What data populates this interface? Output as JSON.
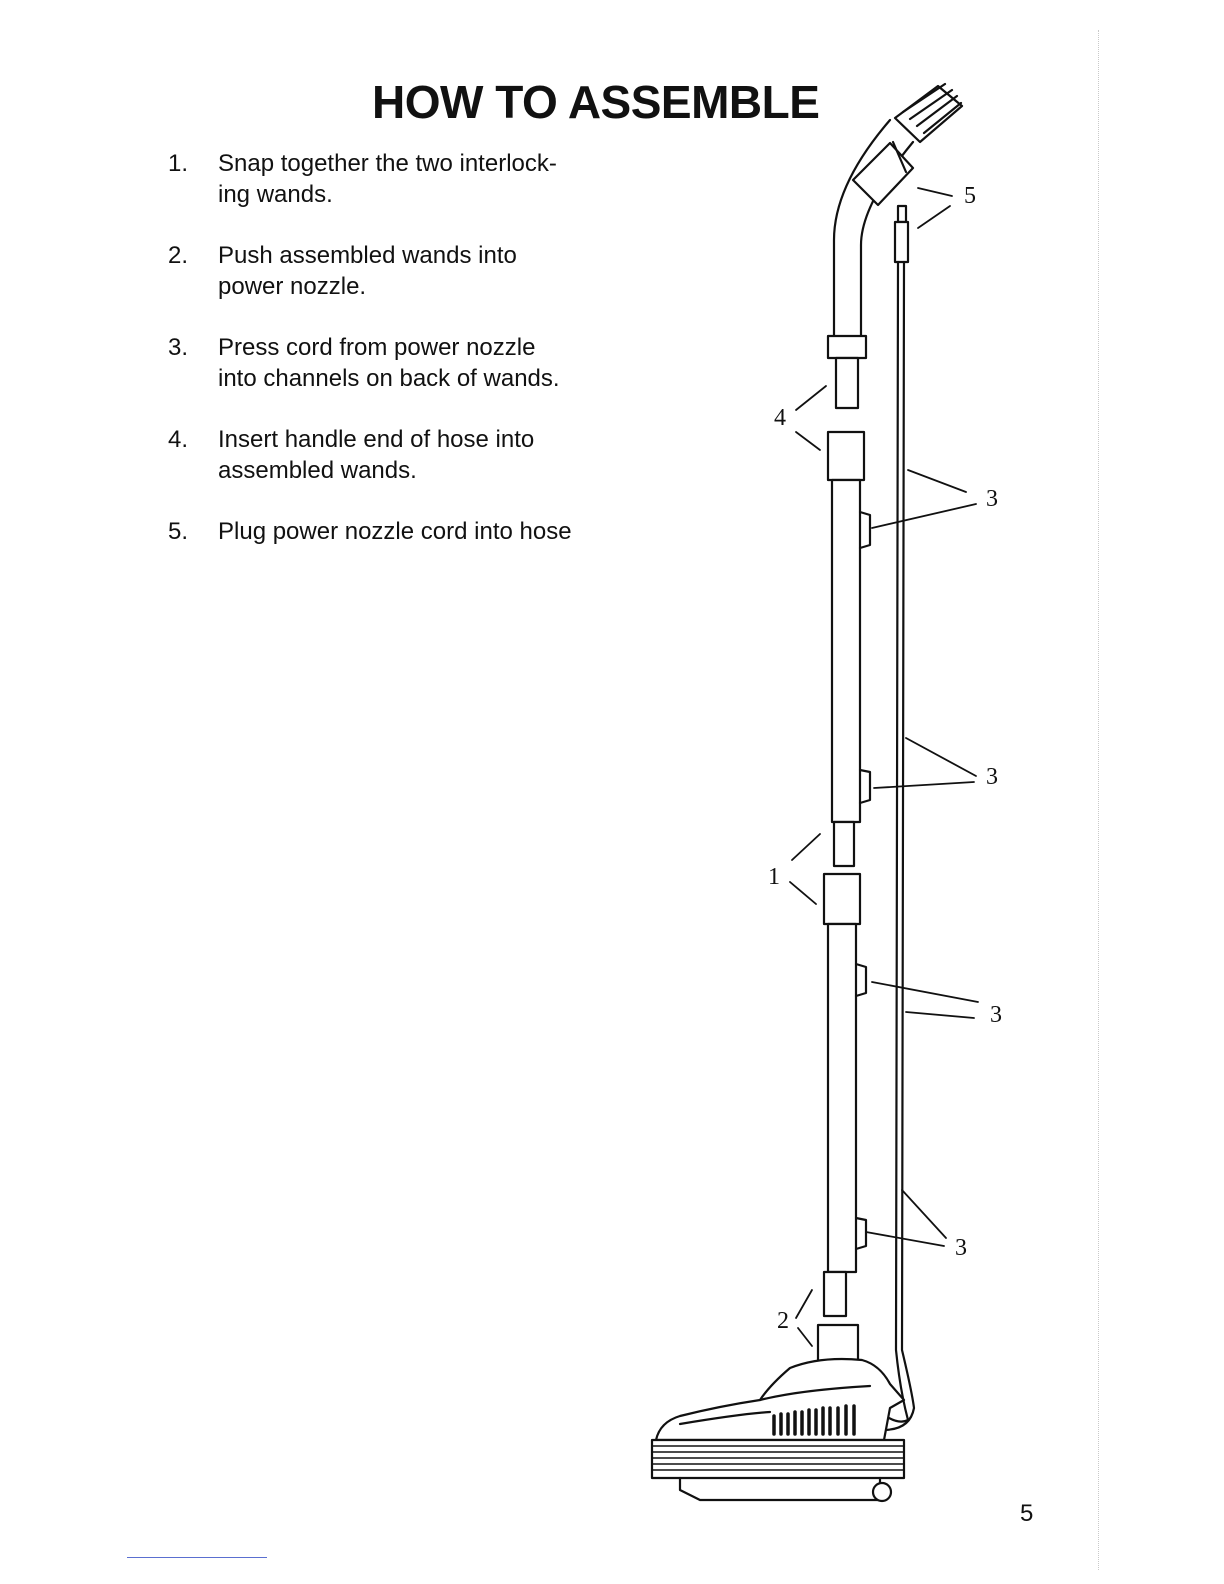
{
  "page": {
    "title": "HOW TO ASSEMBLE",
    "page_number": "5"
  },
  "steps": [
    {
      "number": "1.",
      "text": "Snap together the two interlock-\ning wands."
    },
    {
      "number": "2.",
      "text": "Push assembled wands into\npower nozzle."
    },
    {
      "number": "3.",
      "text": "Press cord from power nozzle\ninto channels on back of wands."
    },
    {
      "number": "4.",
      "text": "Insert handle end of hose into\nassembled wands."
    },
    {
      "number": "5.",
      "text": "Plug power nozzle cord into hose"
    }
  ],
  "diagram": {
    "callouts": [
      "5",
      "4",
      "3",
      "3",
      "1",
      "3",
      "3",
      "2"
    ],
    "icon": "vacuum-wand-assembly-illustration"
  }
}
